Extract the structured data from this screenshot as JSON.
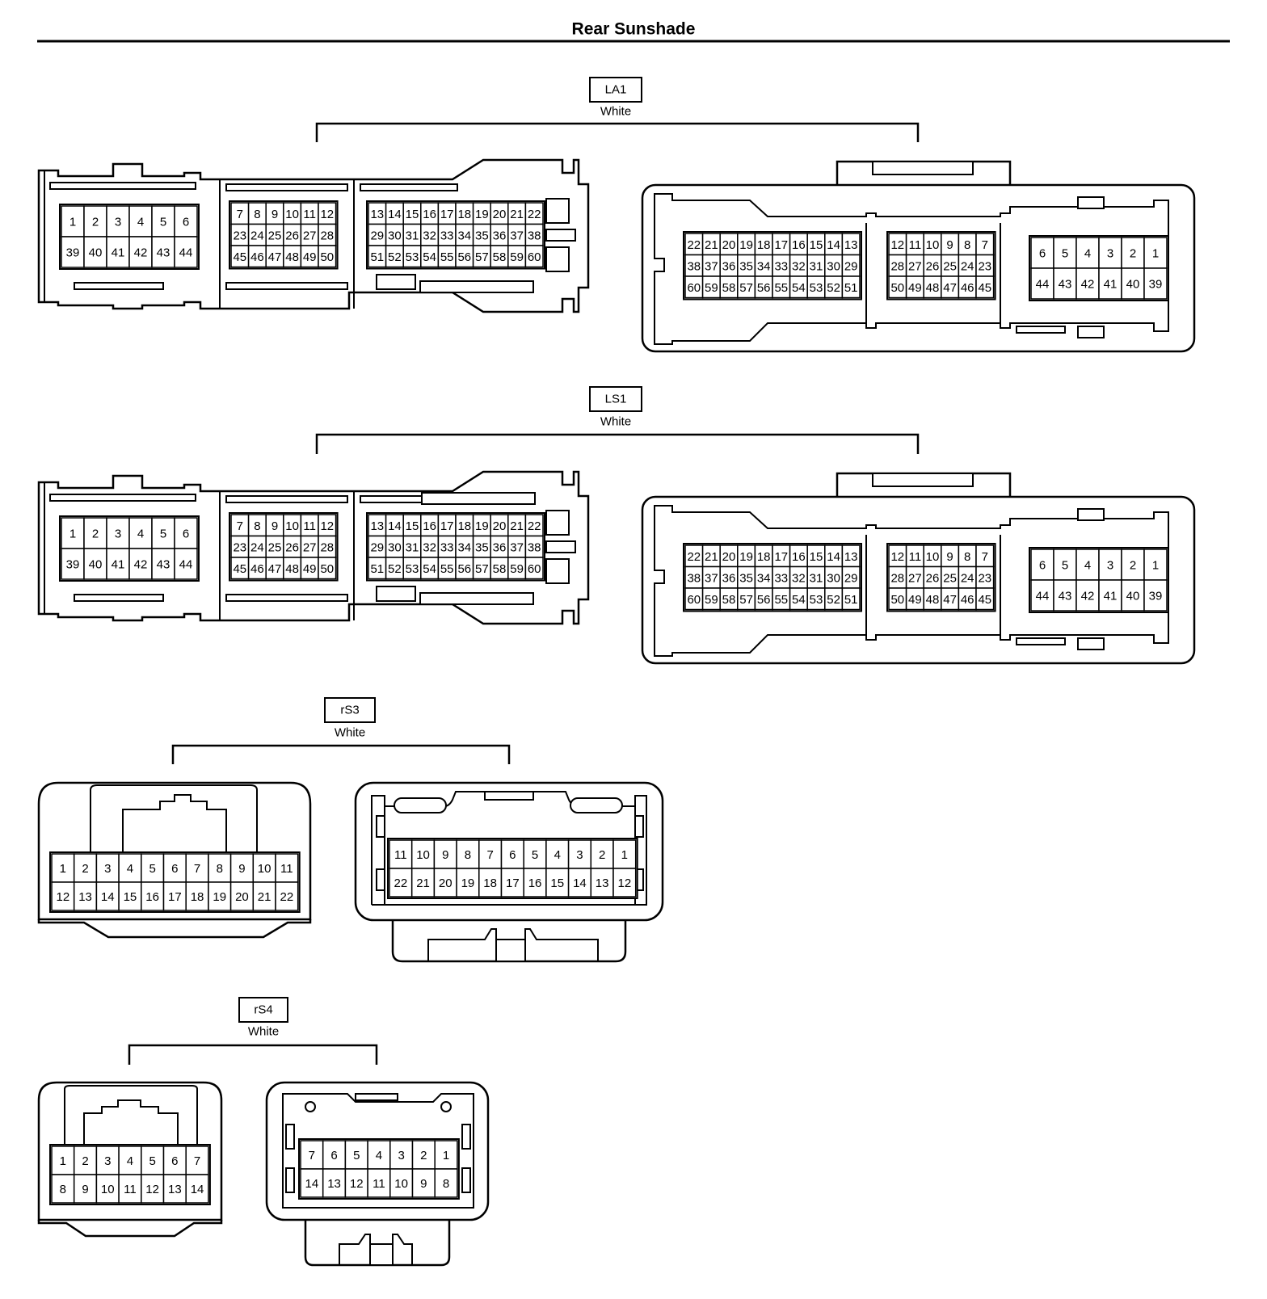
{
  "title": "Rear Sunshade",
  "connectors": [
    {
      "name": "LA1",
      "color": "White",
      "female": [
        [
          "1",
          "2",
          "3",
          "4",
          "5",
          "6",
          "39",
          "40",
          "41",
          "42",
          "43",
          "44"
        ],
        [
          "7",
          "8",
          "9",
          "10",
          "11",
          "12",
          "23",
          "24",
          "25",
          "26",
          "27",
          "28",
          "45",
          "46",
          "47",
          "48",
          "49",
          "50"
        ],
        [
          "13",
          "14",
          "15",
          "16",
          "17",
          "18",
          "19",
          "20",
          "21",
          "22",
          "29",
          "30",
          "31",
          "32",
          "33",
          "34",
          "35",
          "36",
          "37",
          "38",
          "51",
          "52",
          "53",
          "54",
          "55",
          "56",
          "57",
          "58",
          "59",
          "60"
        ]
      ],
      "male": [
        [
          "22",
          "21",
          "20",
          "19",
          "18",
          "17",
          "16",
          "15",
          "14",
          "13",
          "38",
          "37",
          "36",
          "35",
          "34",
          "33",
          "32",
          "31",
          "30",
          "29",
          "60",
          "59",
          "58",
          "57",
          "56",
          "55",
          "54",
          "53",
          "52",
          "51"
        ],
        [
          "12",
          "11",
          "10",
          "9",
          "8",
          "7",
          "28",
          "27",
          "26",
          "25",
          "24",
          "23",
          "50",
          "49",
          "48",
          "47",
          "46",
          "45"
        ],
        [
          "6",
          "5",
          "4",
          "3",
          "2",
          "1",
          "44",
          "43",
          "42",
          "41",
          "40",
          "39"
        ]
      ]
    },
    {
      "name": "LS1",
      "color": "White",
      "female": [
        [
          "1",
          "2",
          "3",
          "4",
          "5",
          "6",
          "39",
          "40",
          "41",
          "42",
          "43",
          "44"
        ],
        [
          "7",
          "8",
          "9",
          "10",
          "11",
          "12",
          "23",
          "24",
          "25",
          "26",
          "27",
          "28",
          "45",
          "46",
          "47",
          "48",
          "49",
          "50"
        ],
        [
          "13",
          "14",
          "15",
          "16",
          "17",
          "18",
          "19",
          "20",
          "21",
          "22",
          "29",
          "30",
          "31",
          "32",
          "33",
          "34",
          "35",
          "36",
          "37",
          "38",
          "51",
          "52",
          "53",
          "54",
          "55",
          "56",
          "57",
          "58",
          "59",
          "60"
        ]
      ],
      "male": [
        [
          "22",
          "21",
          "20",
          "19",
          "18",
          "17",
          "16",
          "15",
          "14",
          "13",
          "38",
          "37",
          "36",
          "35",
          "34",
          "33",
          "32",
          "31",
          "30",
          "29",
          "60",
          "59",
          "58",
          "57",
          "56",
          "55",
          "54",
          "53",
          "52",
          "51"
        ],
        [
          "12",
          "11",
          "10",
          "9",
          "8",
          "7",
          "28",
          "27",
          "26",
          "25",
          "24",
          "23",
          "50",
          "49",
          "48",
          "47",
          "46",
          "45"
        ],
        [
          "6",
          "5",
          "4",
          "3",
          "2",
          "1",
          "44",
          "43",
          "42",
          "41",
          "40",
          "39"
        ]
      ]
    },
    {
      "name": "rS3",
      "color": "White",
      "female": [
        "1",
        "2",
        "3",
        "4",
        "5",
        "6",
        "7",
        "8",
        "9",
        "10",
        "11",
        "12",
        "13",
        "14",
        "15",
        "16",
        "17",
        "18",
        "19",
        "20",
        "21",
        "22"
      ],
      "male": [
        "11",
        "10",
        "9",
        "8",
        "7",
        "6",
        "5",
        "4",
        "3",
        "2",
        "1",
        "22",
        "21",
        "20",
        "19",
        "18",
        "17",
        "16",
        "15",
        "14",
        "13",
        "12"
      ]
    },
    {
      "name": "rS4",
      "color": "White",
      "female": [
        "1",
        "2",
        "3",
        "4",
        "5",
        "6",
        "7",
        "8",
        "9",
        "10",
        "11",
        "12",
        "13",
        "14"
      ],
      "male": [
        "7",
        "6",
        "5",
        "4",
        "3",
        "2",
        "1",
        "14",
        "13",
        "12",
        "11",
        "10",
        "9",
        "8"
      ]
    }
  ]
}
